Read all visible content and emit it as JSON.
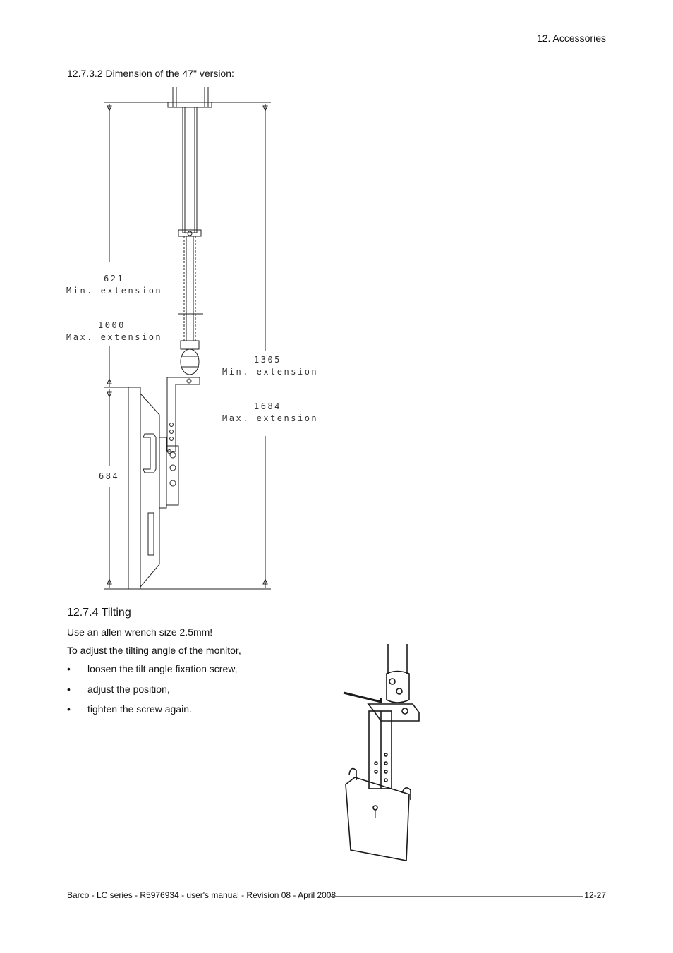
{
  "header": {
    "chapter": "12. Accessories"
  },
  "section_1": {
    "title": "12.7.3.2 Dimension of the 47\" version:"
  },
  "drawing": {
    "labels": {
      "min_length": "621",
      "min_length_caption": "Min. extension",
      "max_length": "1000",
      "max_length_caption": "Max. extension",
      "total_min": "1305",
      "total_min_caption": "Min. extension",
      "total_max": "1684",
      "total_max_caption": "Max. extension",
      "monitor_height": "684"
    }
  },
  "section_2": {
    "title": "12.7.4 Tilting",
    "intro_1": "Use an allen wrench size 2.5mm!",
    "intro_2": "To adjust the tilting angle of the monitor,",
    "bullet": "•",
    "steps": [
      "loosen the tilt angle fixation screw,",
      "adjust the position,",
      "tighten the screw again."
    ]
  },
  "footer": {
    "text": "Barco - LC series - R5976934 - user's manual - Revision 08 - April 2008",
    "page": "12-27"
  }
}
